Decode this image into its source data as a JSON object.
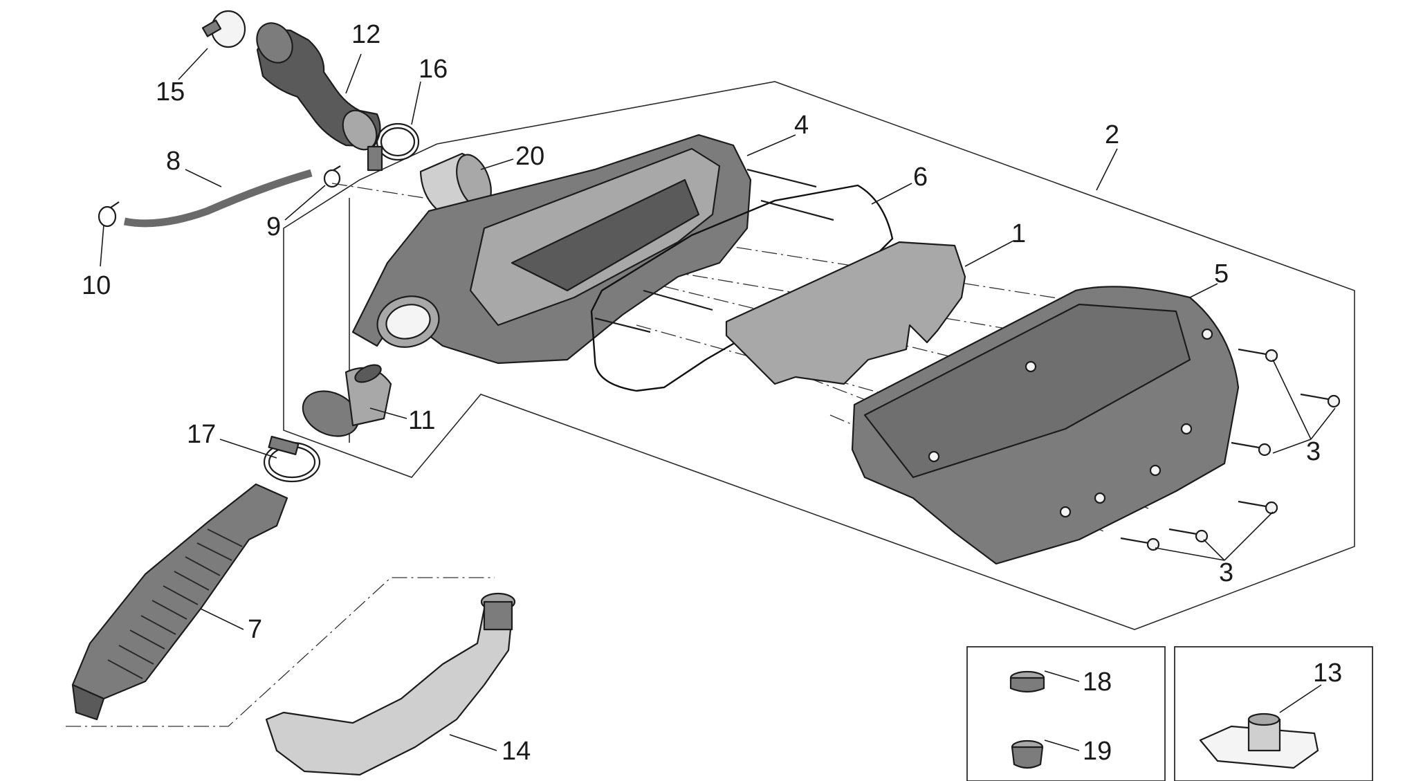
{
  "diagram": {
    "callouts": [
      {
        "id": "1",
        "text": "1"
      },
      {
        "id": "2",
        "text": "2"
      },
      {
        "id": "3a",
        "text": "3"
      },
      {
        "id": "3b",
        "text": "3"
      },
      {
        "id": "4",
        "text": "4"
      },
      {
        "id": "5",
        "text": "5"
      },
      {
        "id": "6",
        "text": "6"
      },
      {
        "id": "7",
        "text": "7"
      },
      {
        "id": "8",
        "text": "8"
      },
      {
        "id": "9",
        "text": "9"
      },
      {
        "id": "10",
        "text": "10"
      },
      {
        "id": "11",
        "text": "11"
      },
      {
        "id": "12",
        "text": "12"
      },
      {
        "id": "13",
        "text": "13"
      },
      {
        "id": "14",
        "text": "14"
      },
      {
        "id": "15",
        "text": "15"
      },
      {
        "id": "16",
        "text": "16"
      },
      {
        "id": "17",
        "text": "17"
      },
      {
        "id": "18",
        "text": "18"
      },
      {
        "id": "19",
        "text": "19"
      },
      {
        "id": "20",
        "text": "20"
      }
    ]
  }
}
